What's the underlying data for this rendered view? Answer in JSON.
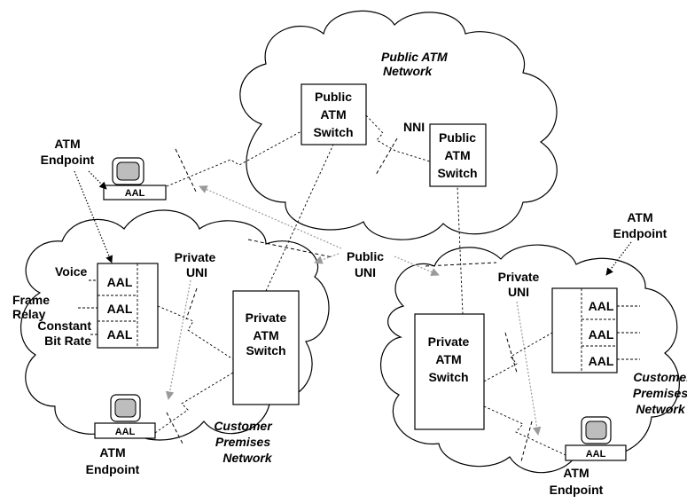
{
  "colors": {
    "line": "#000000",
    "gray_arrow": "#9a9a9a",
    "screen": "#bdbdbd"
  },
  "public_network": {
    "title_line1": "Public ATM",
    "title_line2": "Network",
    "switch1": [
      "Public",
      "ATM",
      "Switch"
    ],
    "switch2": [
      "Public",
      "ATM",
      "Switch"
    ],
    "nni_label": "NNI"
  },
  "left_premises": {
    "switch": [
      "Private",
      "ATM",
      "Switch"
    ],
    "aal_stack": [
      "AAL",
      "AAL",
      "AAL"
    ],
    "voice": "Voice",
    "frame_relay": [
      "Frame",
      "Relay"
    ],
    "constant_bit_rate": [
      "Constant",
      "Bit Rate"
    ],
    "private_uni": [
      "Private",
      "UNI"
    ],
    "network_label": [
      "Customer",
      "Premises",
      "Network"
    ],
    "terminal_aal": "AAL",
    "endpoint_label": [
      "ATM",
      "Endpoint"
    ]
  },
  "top_left_endpoint": {
    "label": [
      "ATM",
      "Endpoint"
    ],
    "aal": "AAL"
  },
  "public_uni": [
    "Public",
    "UNI"
  ],
  "right_premises": {
    "switch": [
      "Private",
      "ATM",
      "Switch"
    ],
    "aal_stack": [
      "AAL",
      "AAL",
      "AAL"
    ],
    "private_uni": [
      "Private",
      "UNI"
    ],
    "network_label": [
      "Customer",
      "Premises",
      "Network"
    ],
    "endpoint_top": [
      "ATM",
      "Endpoint"
    ],
    "terminal_aal": "AAL",
    "endpoint_bottom": [
      "ATM",
      "Endpoint"
    ]
  }
}
